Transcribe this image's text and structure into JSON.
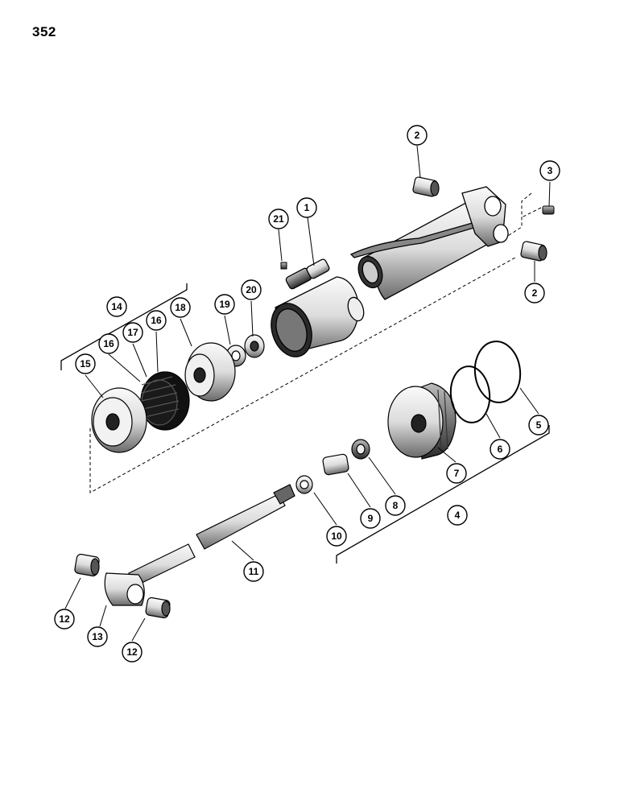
{
  "page": {
    "number": "352"
  },
  "callouts": [
    {
      "id": "c1",
      "label": "1"
    },
    {
      "id": "c2a",
      "label": "2"
    },
    {
      "id": "c2b",
      "label": "2"
    },
    {
      "id": "c3",
      "label": "3"
    },
    {
      "id": "c4",
      "label": "4"
    },
    {
      "id": "c5",
      "label": "5"
    },
    {
      "id": "c6",
      "label": "6"
    },
    {
      "id": "c7",
      "label": "7"
    },
    {
      "id": "c8",
      "label": "8"
    },
    {
      "id": "c9",
      "label": "9"
    },
    {
      "id": "c10",
      "label": "10"
    },
    {
      "id": "c11",
      "label": "11"
    },
    {
      "id": "c12a",
      "label": "12"
    },
    {
      "id": "c12b",
      "label": "12"
    },
    {
      "id": "c13",
      "label": "13"
    },
    {
      "id": "c14",
      "label": "14"
    },
    {
      "id": "c15",
      "label": "15"
    },
    {
      "id": "c16a",
      "label": "16"
    },
    {
      "id": "c16b",
      "label": "16"
    },
    {
      "id": "c17",
      "label": "17"
    },
    {
      "id": "c18",
      "label": "18"
    },
    {
      "id": "c19",
      "label": "19"
    },
    {
      "id": "c20",
      "label": "20"
    },
    {
      "id": "c21",
      "label": "21"
    }
  ]
}
